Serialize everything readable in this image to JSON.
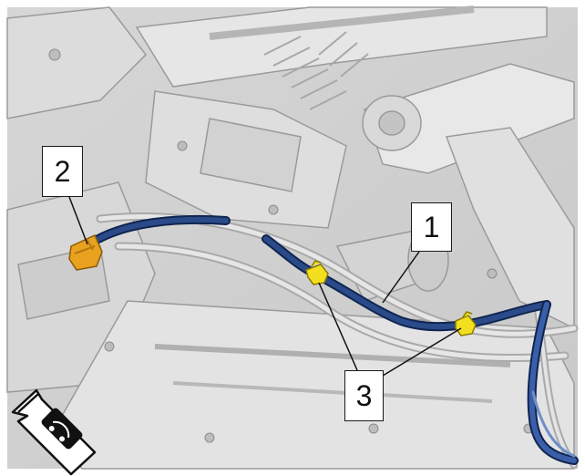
{
  "callouts": {
    "harness": "1",
    "connector": "2",
    "clips": "3"
  },
  "icons": {
    "front_direction": "front-of-vehicle-arrow-icon"
  },
  "colors": {
    "background": "#ffffff",
    "engine_shade": "#cfcfcf",
    "engine_light": "#e4e4e4",
    "engine_line": "#9a9a9a",
    "harness": "#1d3a73",
    "connector": "#e8a21f",
    "clip": "#f2df1e",
    "leader": "#111111"
  }
}
